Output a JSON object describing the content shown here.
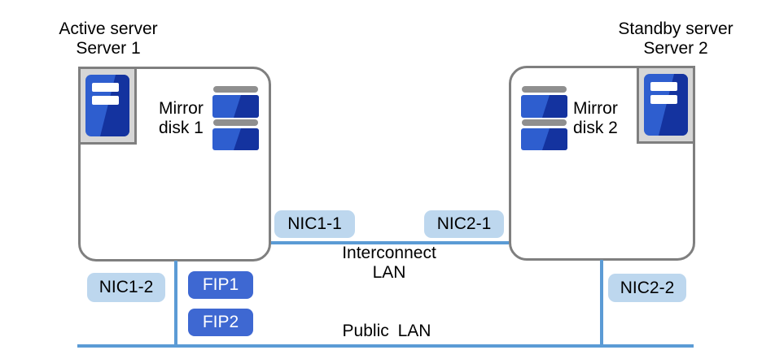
{
  "servers": [
    {
      "role_label": "Active server",
      "name": "Server 1",
      "mirror_disk": {
        "line1": "Mirror",
        "line2": "disk 1"
      },
      "nics": [
        {
          "label": "NIC1-1"
        },
        {
          "label": "NIC1-2"
        }
      ]
    },
    {
      "role_label": "Standby server",
      "name": "Server 2",
      "mirror_disk": {
        "line1": "Mirror",
        "line2": "disk 2"
      },
      "nics": [
        {
          "label": "NIC2-1"
        },
        {
          "label": "NIC2-2"
        }
      ]
    }
  ],
  "floating_ips": [
    {
      "label": "FIP1"
    },
    {
      "label": "FIP2"
    }
  ],
  "networks": {
    "interconnect": {
      "line1": "Interconnect",
      "line2": "LAN"
    },
    "public": {
      "label": "Public LAN"
    }
  },
  "icons": {
    "server": "server-tower-icon",
    "mirror_disk": "disk-stack-icon"
  },
  "colors": {
    "line_blue": "#5b9bd5",
    "badge_light": "#bdd7ee",
    "badge_dark": "#3e68d2",
    "border_gray": "#7f7f7f",
    "frame_fill": "#d6d6d6",
    "icon_blue": "#2e5ecf",
    "icon_blue_dark": "#14339f",
    "icon_gray": "#8f8f8f"
  }
}
